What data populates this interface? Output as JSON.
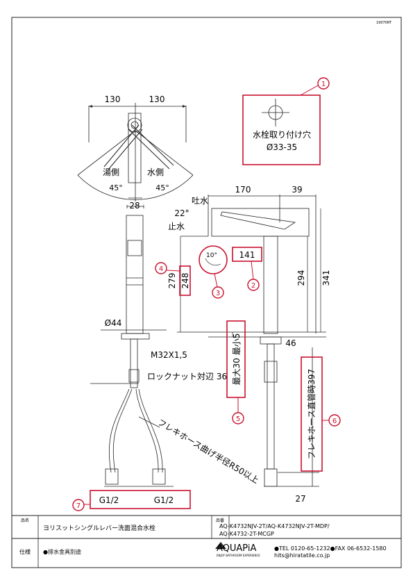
{
  "drawing_id": "19070RT",
  "top_view": {
    "dim_left": "130",
    "dim_right": "130",
    "hot_label": "湯側",
    "cold_label": "水側",
    "angle_left": "45°",
    "angle_right": "45°"
  },
  "callout_1": {
    "number": "1",
    "title": "水栓取り付け穴",
    "size": "Ø33-35"
  },
  "side_view": {
    "dim_170": "170",
    "dim_39": "39",
    "spout_label": "吐水",
    "angle_22": "22°",
    "stop_label": "止水",
    "dim_28": "28",
    "angle_10": "10°",
    "dim_141": "141",
    "dim_279": "279",
    "dim_248": "248",
    "dim_294": "294",
    "dim_341": "341",
    "dia_44": "Ø44",
    "dim_46": "46",
    "thread": "M32X1,5",
    "locknut": "ロックナット対辺 36",
    "counter_thickness": "最大30 最小5",
    "hose_bend": "フレキホース曲げ半径R50以上",
    "hose_straight": "フレキホース直管時397",
    "dim_27": "27",
    "conn_left": "G1/2",
    "conn_right": "G1/2"
  },
  "callouts": {
    "c2": "2",
    "c3": "3",
    "c4": "4",
    "c5": "5",
    "c6": "6",
    "c7": "7"
  },
  "colors": {
    "callout_red": "#c8102e",
    "line": "#222222"
  },
  "footer": {
    "name_label": "品名",
    "name_value": "ヨリスットシングルレバー洗面混合水栓",
    "code_label": "品番",
    "code_value_1": "AQ-K4732NJV-2T/AQ-K4732NJV-2T-MDP/",
    "code_value_2": "AQ-K4732-2T-MCGP",
    "spec_label": "仕様",
    "spec_value": "●排水金具別途",
    "brand": "AQUAPiA",
    "brand_sub": "ENJOY BATHROOM EXPERIENCE",
    "contact_1": "●TEL 0120-65-1232●FAX 06-6532-1580",
    "contact_2": "hits@hiratatile.co.jp"
  }
}
